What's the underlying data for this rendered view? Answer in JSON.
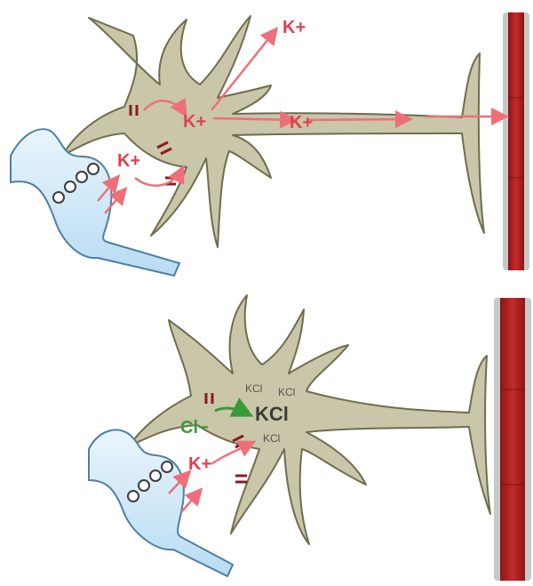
{
  "colors": {
    "astrocyte_fill": "#c9c6a9",
    "astrocyte_stroke": "#6f6d4d",
    "neuron_terminal": "#bfe0f6",
    "potassium_arrow": "#ef6f78",
    "potassium_label": "#e2404d",
    "channel": "#8b1a22",
    "chloride": "#3a9a3a",
    "vessel": "#b42020",
    "vessel_wall": "#c8c8c8"
  },
  "icons": [
    "astrocyte-shape",
    "presynaptic-terminal",
    "synaptic-vesicle",
    "ion-channel",
    "blood-vessel",
    "flux-arrow"
  ],
  "top_panel": {
    "k_top": "K+",
    "k_center": "K+",
    "k_process": "K+",
    "k_synapse": "K+"
  },
  "bottom_panel": {
    "kcl_center": "KCl",
    "kcl_small_1": "KCl",
    "kcl_small_2": "KCl",
    "kcl_small_3": "KCl",
    "cl": "Cl−",
    "k_synapse": "K+"
  }
}
